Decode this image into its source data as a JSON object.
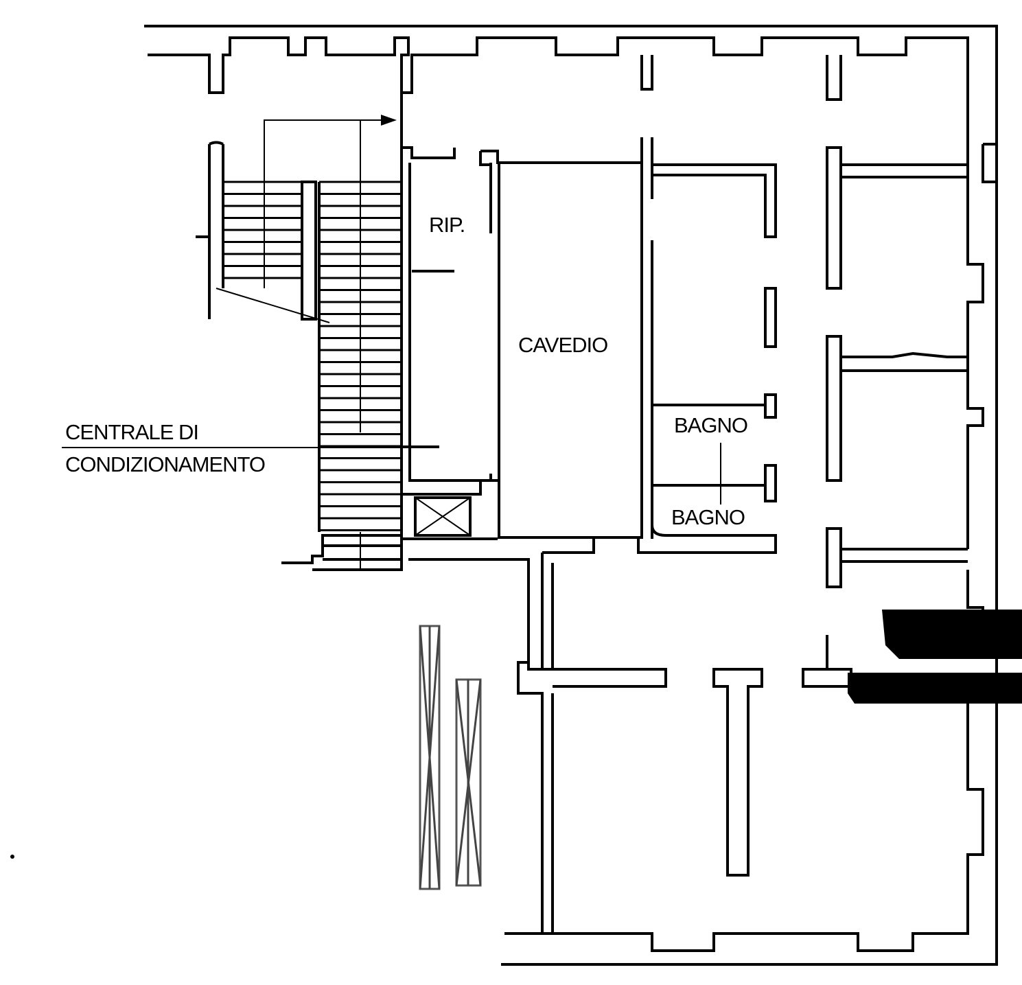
{
  "plan": {
    "labels": {
      "storage": "RIP.",
      "courtyard": "CAVEDIO",
      "bathroom_upper": "BAGNO",
      "bathroom_lower": "BAGNO",
      "hvac_line1": "CENTRALE DI",
      "hvac_line2": "CONDIZIONAMENTO"
    },
    "colors": {
      "ink": "#000000",
      "paper": "#ffffff",
      "hatch": "#555555"
    }
  }
}
